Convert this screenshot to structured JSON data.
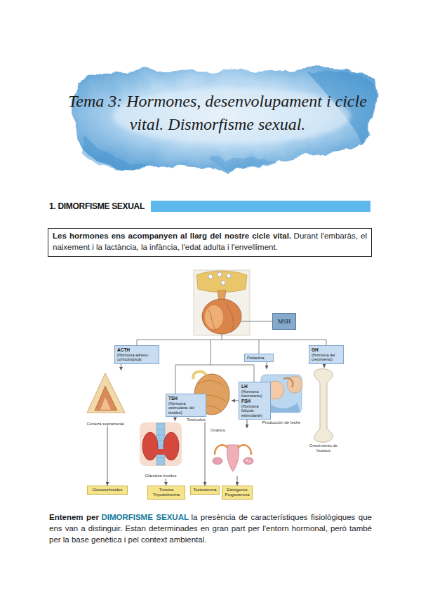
{
  "diagram": {
    "title": "Tema 3: Hormones, desenvolupament i cicle vital. Dismorfisme sexual.",
    "nodes": [
      {
        "text": [
          "Les hormones ens acompanyen al llarg del nostre cicle vital.",
          "Durant l'embaràs, el naixement i la lactància, la infància, l'edat adulta i l'envelliment."
        ]
      },
      {
        "text": [
          "MSH"
        ]
      },
      {
        "text": [
          "ACTH",
          "(Hormona adreno-corticotrópica)"
        ]
      },
      {
        "text": [
          "GH",
          "(Hormona del crecimiento)"
        ]
      },
      {
        "text": [
          "Prolactina"
        ]
      },
      {
        "text": [
          "Corteza suprarrenal"
        ]
      },
      {
        "text": [
          "TSH",
          "(Hormona estimulante del tiroides)"
        ]
      },
      {
        "text": [
          "Testículos"
        ]
      },
      {
        "text": [
          "LH",
          "(Hormona luteinizante)",
          "FSH",
          "(Hormona folículo-estimulante)"
        ]
      },
      {
        "text": [
          "Producción de leche"
        ]
      },
      {
        "text": [
          "Crecimiento de huesos"
        ]
      },
      {
        "text": [
          "Glándula tiroides"
        ]
      },
      {
        "text": [
          "Ovarios"
        ]
      },
      {
        "text": [
          "Glucocorticoides"
        ]
      },
      {
        "text": [
          "Tiroxina",
          "Triyodotironina"
        ]
      },
      {
        "text": [
          "Testosterona"
        ]
      },
      {
        "text": [
          "Estrógenos",
          "Progesterona"
        ]
      }
    ],
    "edges": [
      {
        "from": 2,
        "to": 5,
        "arrow": "to"
      },
      {
        "from": 5,
        "to": 13,
        "arrow": "to"
      },
      {
        "from": 6,
        "to": 11,
        "arrow": "to"
      },
      {
        "from": 11,
        "to": 14,
        "arrow": "to"
      },
      {
        "from": 8,
        "to": 7,
        "arrow": "to"
      },
      {
        "from": 8,
        "to": 12,
        "arrow": "to"
      },
      {
        "from": 7,
        "to": 15,
        "arrow": "to"
      },
      {
        "from": 12,
        "to": 16,
        "arrow": "to"
      },
      {
        "from": 4,
        "to": 9,
        "arrow": "to"
      },
      {
        "from": 3,
        "to": 10,
        "arrow": "to"
      }
    ],
    "labels": [
      "1. DIMORFISME SEXUAL",
      "Entenem per",
      "DIMORFISME SEXUAL",
      "la presència de característiques fisiològiques que ens van a distinguir. Estan determinades en gran part per l'entorn hormonal, però també per la base genètica i pel context ambiental."
    ]
  }
}
